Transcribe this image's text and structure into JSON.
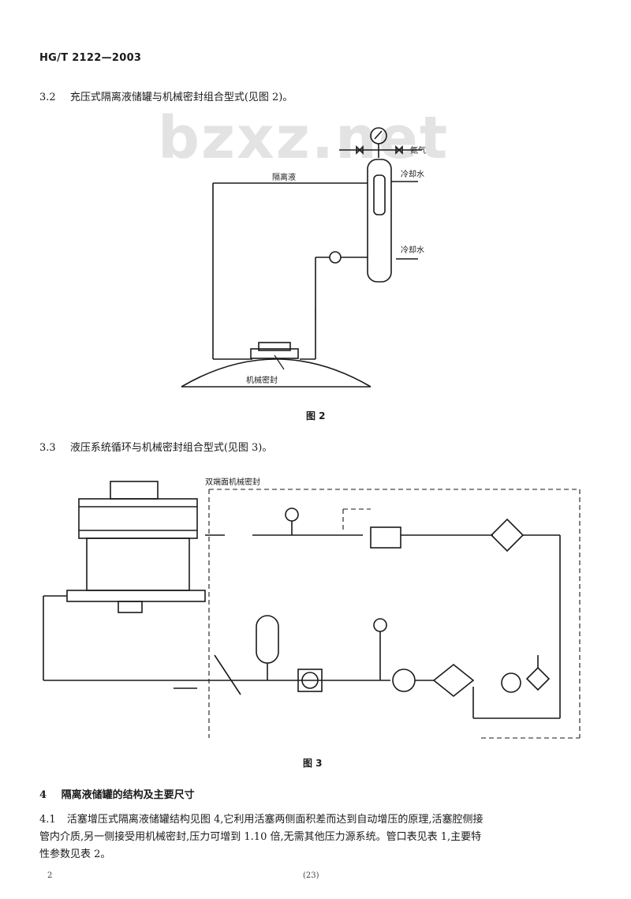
{
  "header": {
    "standard_no": "HG/T 2122—2003"
  },
  "watermark": "bzxz.net",
  "section_3_2": {
    "number": "3.2",
    "title": "充压式隔离液储罐与机械密封组合型式(见图 2)。"
  },
  "fig2": {
    "labels": {
      "nitrogen": "氮气",
      "isolation_liquid": "隔离液",
      "cooling_water_out": "冷却水",
      "cooling_water_in": "冷却水",
      "mech_seal": "机械密封"
    },
    "caption": "图 2"
  },
  "section_3_3": {
    "number": "3.3",
    "title": "液压系统循环与机械密封组合型式(见图 3)。"
  },
  "fig3": {
    "labels": {
      "double_seal": "双端面机械密封"
    },
    "caption": "图 3"
  },
  "section_4": {
    "number": "4",
    "title": "隔离液储罐的结构及主要尺寸"
  },
  "section_4_1": {
    "number": "4.1",
    "text_line1": "活塞增压式隔离液储罐结构见图 4,它利用活塞两侧面积差而达到自动增压的原理,活塞腔侧接",
    "text_line2": "管内介质,另一侧接受用机械密封,压力可增到 1.10 倍,无需其他压力源系统。管口表见表 1,主要特",
    "text_line3": "性参数见表 2。"
  },
  "footer": {
    "page_no": "2",
    "center_mark": "(23)"
  },
  "colors": {
    "ink": "#1a1a1a",
    "watermark": "#e3e3e3"
  }
}
